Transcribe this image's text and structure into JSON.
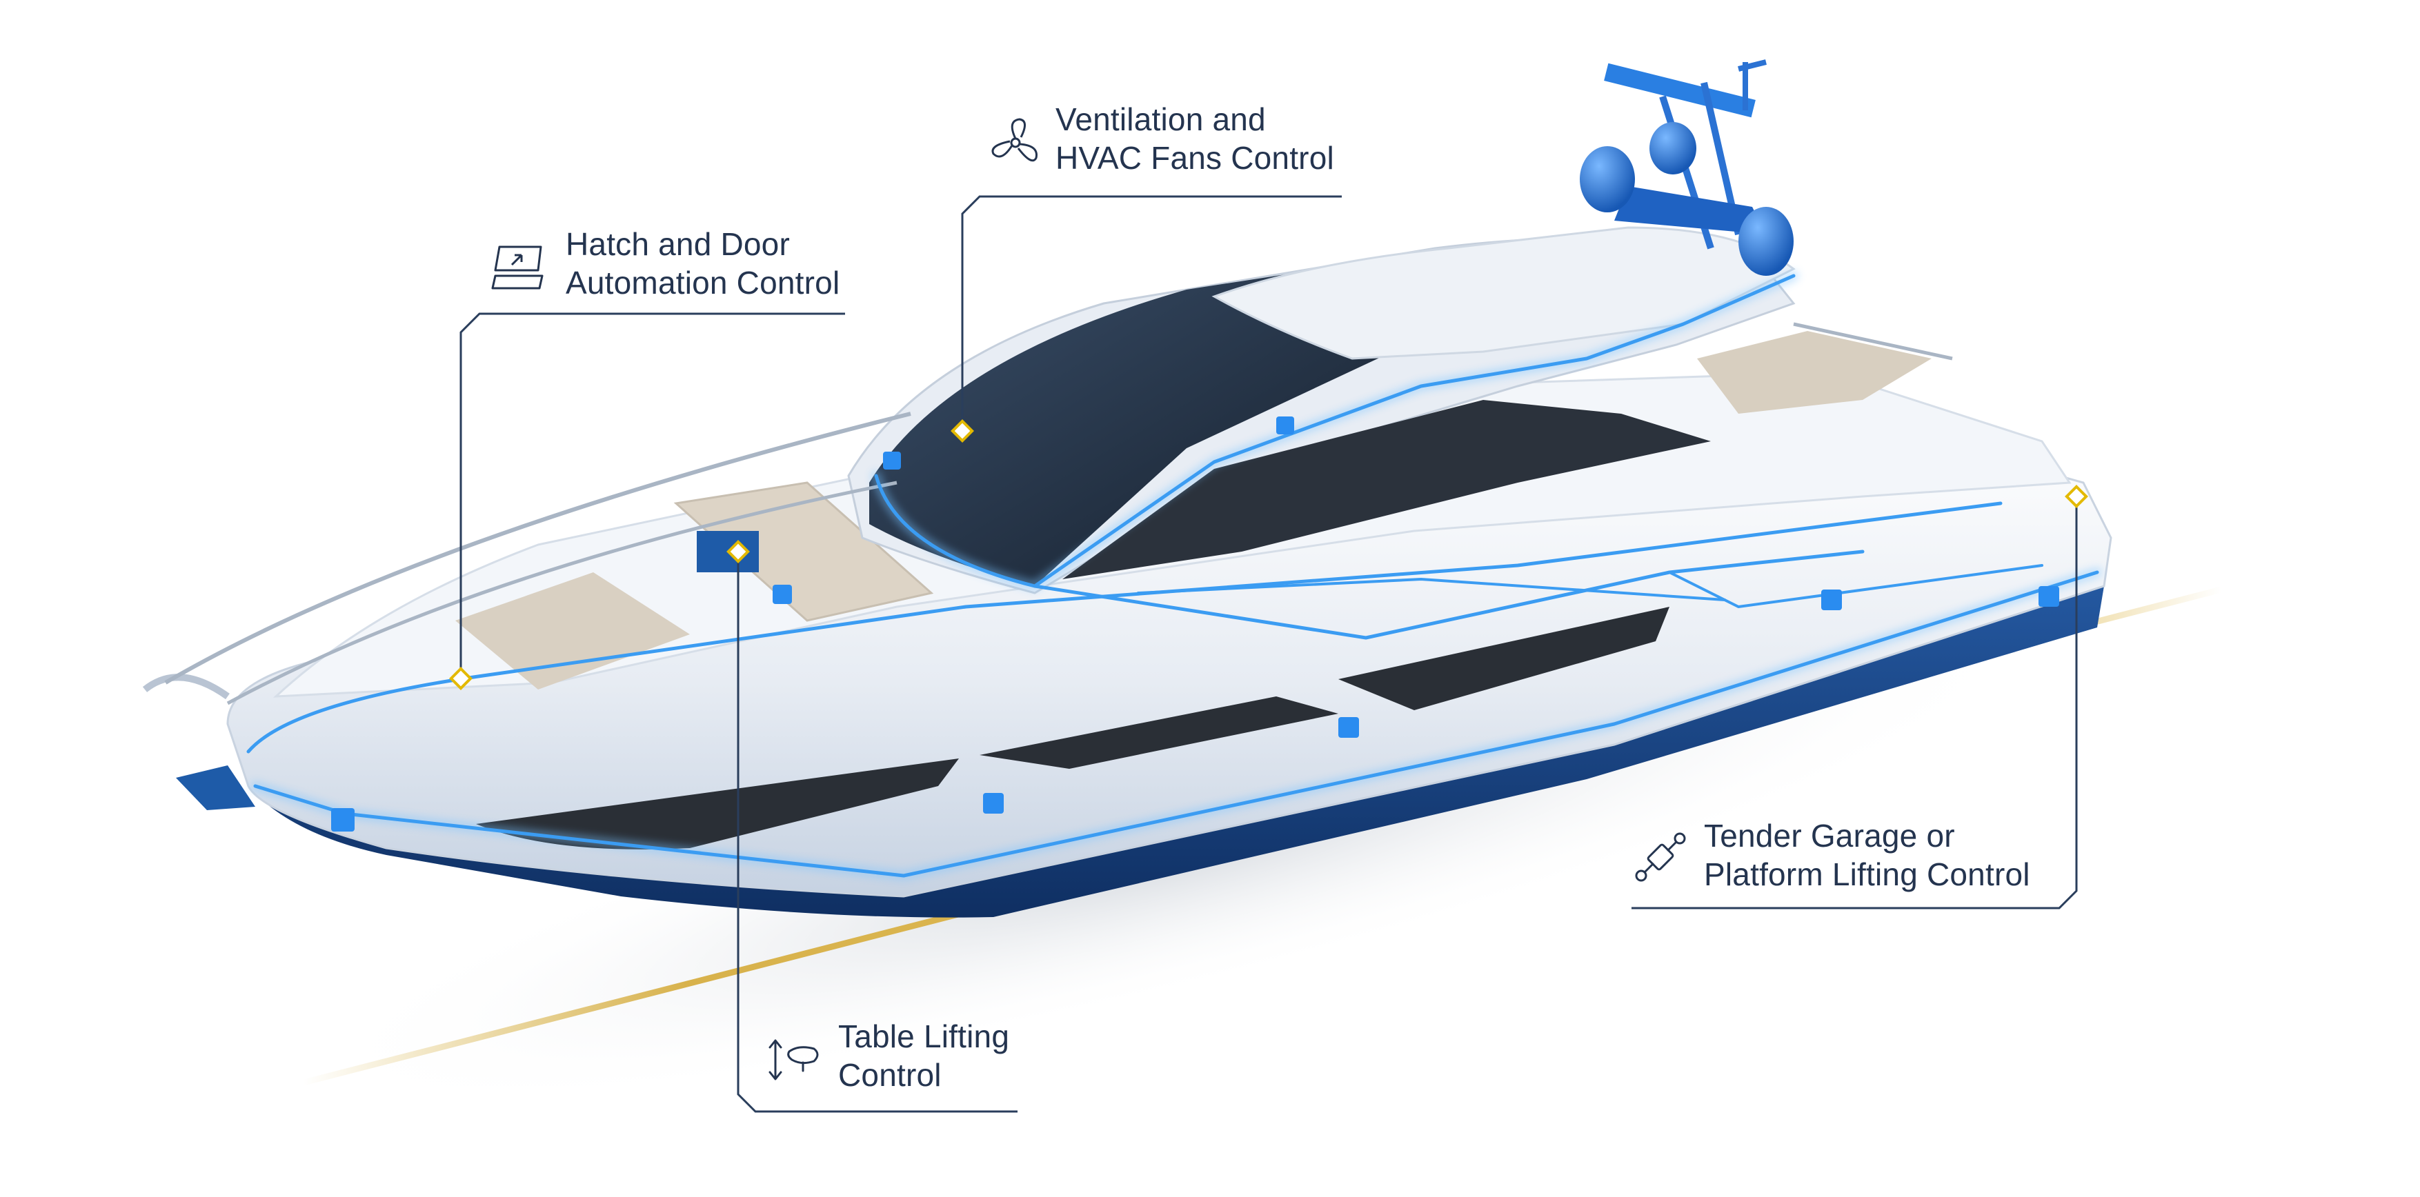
{
  "colors": {
    "callout_text": "#24344f",
    "leader_line": "#2a3e5c",
    "marker": "#e3b900",
    "accent_glow": "#4aa8ff",
    "hull_dark": "#173e78",
    "waterline": "#d4b14a",
    "deck": "#f1f4f8",
    "glass": "#1f2a38"
  },
  "callouts": [
    {
      "id": "ventilation",
      "icon": "fan-icon",
      "line1": "Ventilation and",
      "line2": "HVAC Fans Control"
    },
    {
      "id": "hatch",
      "icon": "hatch-door-icon",
      "line1": "Hatch and Door",
      "line2": "Automation Control"
    },
    {
      "id": "tender",
      "icon": "actuator-icon",
      "line1": "Tender Garage or",
      "line2": "Platform Lifting Control"
    },
    {
      "id": "table",
      "icon": "table-lift-icon",
      "line1": "Table Lifting",
      "line2": "Control"
    }
  ]
}
